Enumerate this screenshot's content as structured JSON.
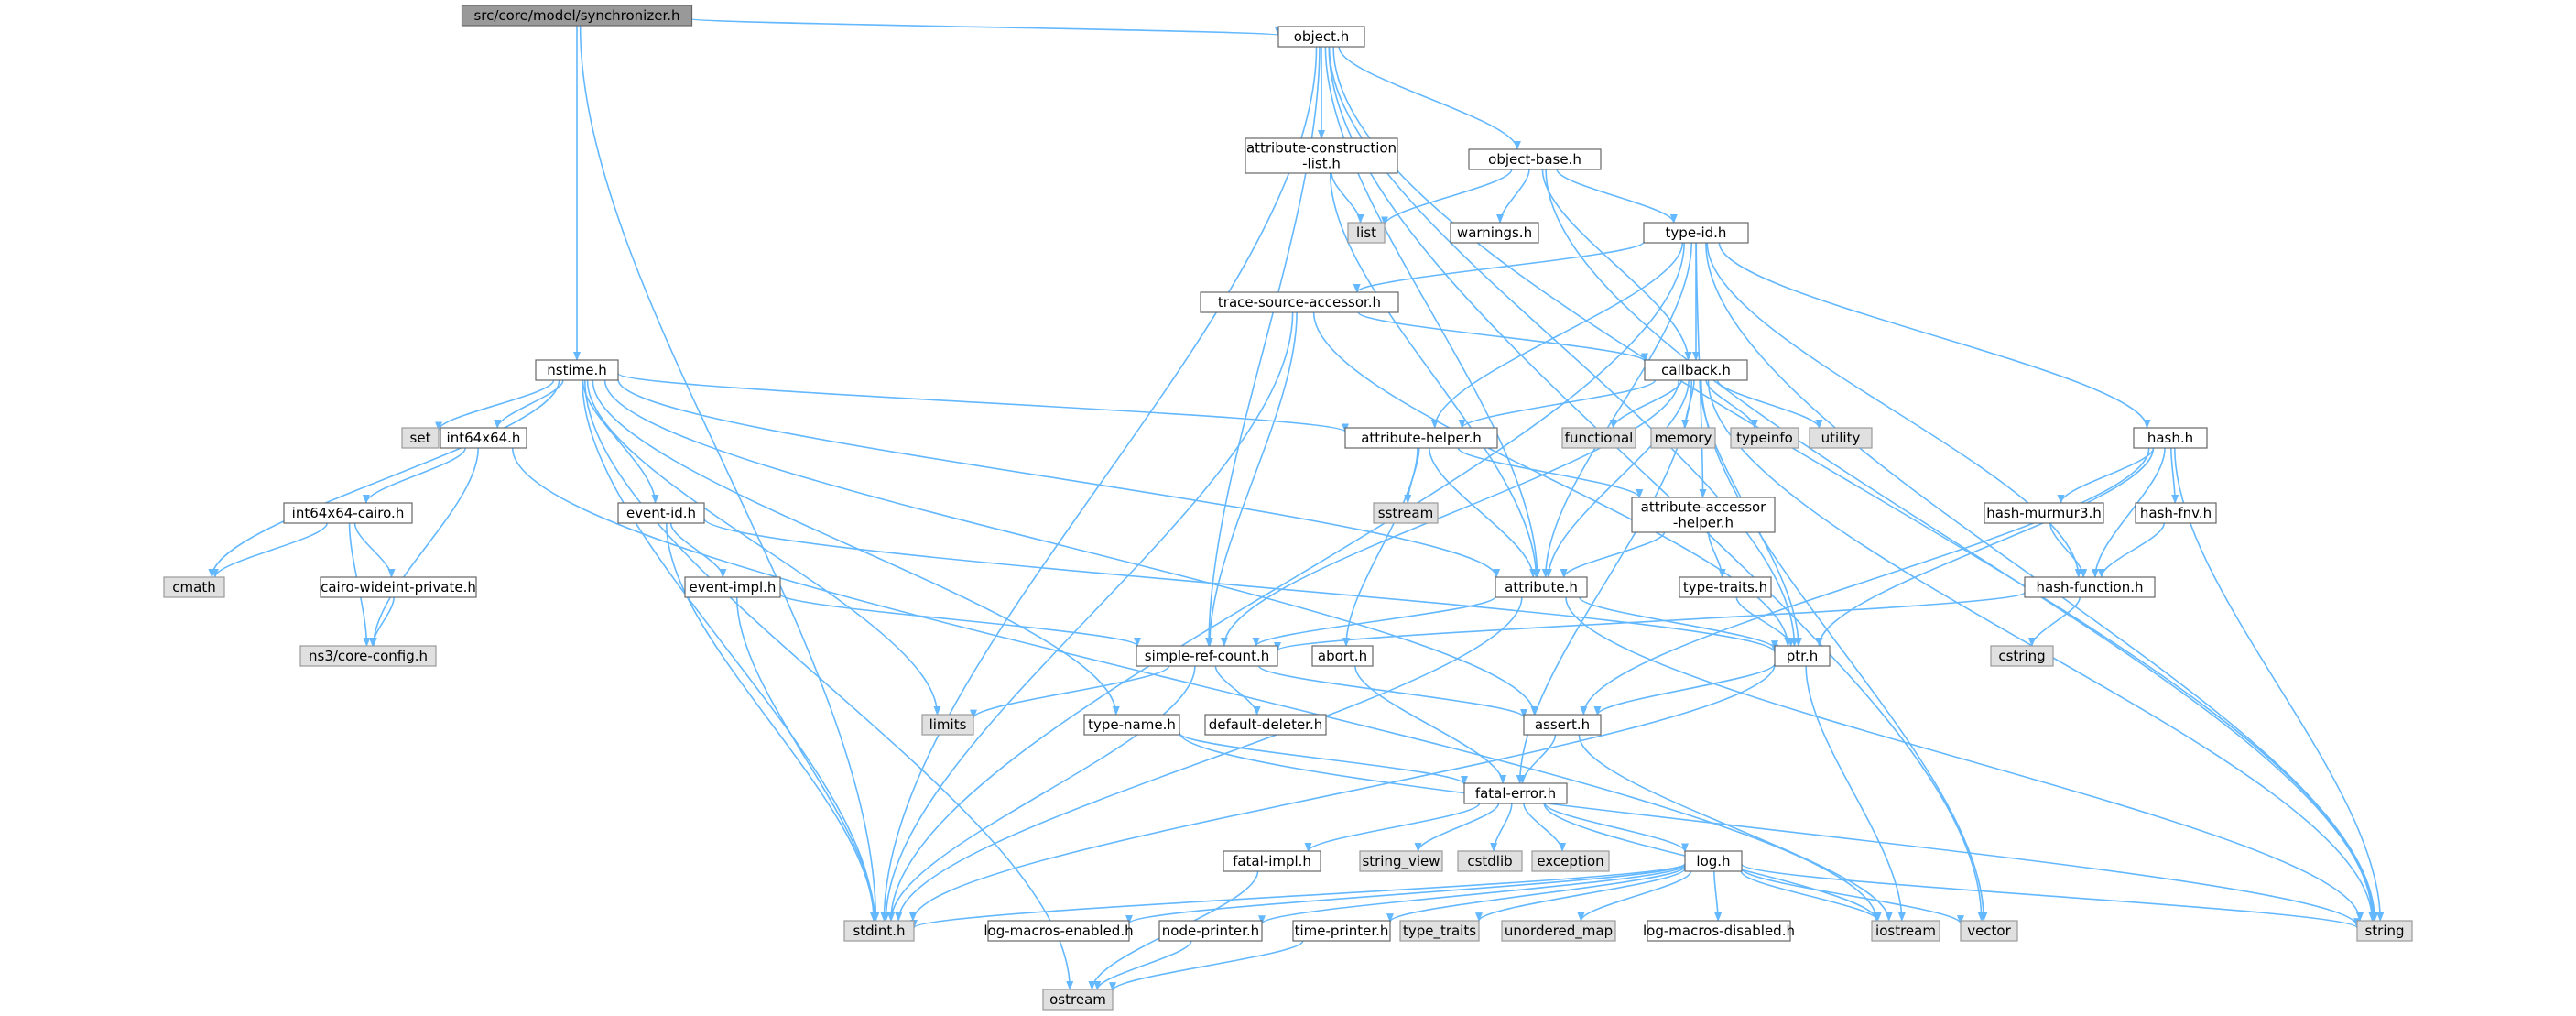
{
  "colors": {
    "edge": "#63b8ff",
    "node_border": "#666666",
    "root_fill": "#999999",
    "system_fill": "#e0e0e0",
    "project_fill": "#ffffff"
  },
  "nodes": [
    {
      "id": "sync",
      "label": "src/core/model/synchronizer.h",
      "kind": "root"
    },
    {
      "id": "object",
      "label": "object.h",
      "kind": "proj"
    },
    {
      "id": "nstime",
      "label": "nstime.h",
      "kind": "proj"
    },
    {
      "id": "attrcons",
      "label": "attribute-construction\n-list.h",
      "kind": "proj"
    },
    {
      "id": "objbase",
      "label": "object-base.h",
      "kind": "proj"
    },
    {
      "id": "list",
      "label": "list",
      "kind": "sys"
    },
    {
      "id": "warnings",
      "label": "warnings.h",
      "kind": "proj"
    },
    {
      "id": "typeid",
      "label": "type-id.h",
      "kind": "proj"
    },
    {
      "id": "tsa",
      "label": "trace-source-accessor.h",
      "kind": "proj"
    },
    {
      "id": "callback",
      "label": "callback.h",
      "kind": "proj"
    },
    {
      "id": "set",
      "label": "set",
      "kind": "sys"
    },
    {
      "id": "int64",
      "label": "int64x64.h",
      "kind": "proj"
    },
    {
      "id": "eventid",
      "label": "event-id.h",
      "kind": "proj"
    },
    {
      "id": "attrhelper",
      "label": "attribute-helper.h",
      "kind": "proj"
    },
    {
      "id": "functional",
      "label": "functional",
      "kind": "sys"
    },
    {
      "id": "memory",
      "label": "memory",
      "kind": "sys"
    },
    {
      "id": "typeinfo",
      "label": "typeinfo",
      "kind": "sys"
    },
    {
      "id": "utility",
      "label": "utility",
      "kind": "sys"
    },
    {
      "id": "hash",
      "label": "hash.h",
      "kind": "proj"
    },
    {
      "id": "cairo",
      "label": "int64x64-cairo.h",
      "kind": "proj"
    },
    {
      "id": "sstream",
      "label": "sstream",
      "kind": "sys"
    },
    {
      "id": "aah",
      "label": "attribute-accessor\n-helper.h",
      "kind": "proj"
    },
    {
      "id": "murmur",
      "label": "hash-murmur3.h",
      "kind": "proj"
    },
    {
      "id": "fnv",
      "label": "hash-fnv.h",
      "kind": "proj"
    },
    {
      "id": "cmath",
      "label": "cmath",
      "kind": "sys"
    },
    {
      "id": "cwp",
      "label": "cairo-wideint-private.h",
      "kind": "proj"
    },
    {
      "id": "eventimpl",
      "label": "event-impl.h",
      "kind": "proj"
    },
    {
      "id": "attribute",
      "label": "attribute.h",
      "kind": "proj"
    },
    {
      "id": "typetraits_h",
      "label": "type-traits.h",
      "kind": "proj"
    },
    {
      "id": "hashfunc",
      "label": "hash-function.h",
      "kind": "proj"
    },
    {
      "id": "coreconfig",
      "label": "ns3/core-config.h",
      "kind": "sys"
    },
    {
      "id": "src",
      "label": "simple-ref-count.h",
      "kind": "proj"
    },
    {
      "id": "abort",
      "label": "abort.h",
      "kind": "proj"
    },
    {
      "id": "ptr",
      "label": "ptr.h",
      "kind": "proj"
    },
    {
      "id": "cstring",
      "label": "cstring",
      "kind": "sys"
    },
    {
      "id": "limits",
      "label": "limits",
      "kind": "sys"
    },
    {
      "id": "typename",
      "label": "type-name.h",
      "kind": "proj"
    },
    {
      "id": "defdel",
      "label": "default-deleter.h",
      "kind": "proj"
    },
    {
      "id": "assert",
      "label": "assert.h",
      "kind": "proj"
    },
    {
      "id": "fatal",
      "label": "fatal-error.h",
      "kind": "proj"
    },
    {
      "id": "fatalimpl",
      "label": "fatal-impl.h",
      "kind": "proj"
    },
    {
      "id": "string_view",
      "label": "string_view",
      "kind": "sys"
    },
    {
      "id": "cstdlib",
      "label": "cstdlib",
      "kind": "sys"
    },
    {
      "id": "exception",
      "label": "exception",
      "kind": "sys"
    },
    {
      "id": "log",
      "label": "log.h",
      "kind": "proj"
    },
    {
      "id": "stdint",
      "label": "stdint.h",
      "kind": "sys"
    },
    {
      "id": "lme",
      "label": "log-macros-enabled.h",
      "kind": "proj"
    },
    {
      "id": "nodeprinter",
      "label": "node-printer.h",
      "kind": "proj"
    },
    {
      "id": "timeprinter",
      "label": "time-printer.h",
      "kind": "proj"
    },
    {
      "id": "type_traits",
      "label": "type_traits",
      "kind": "sys"
    },
    {
      "id": "unordered_map",
      "label": "unordered_map",
      "kind": "sys"
    },
    {
      "id": "lmd",
      "label": "log-macros-disabled.h",
      "kind": "proj"
    },
    {
      "id": "iostream",
      "label": "iostream",
      "kind": "sys"
    },
    {
      "id": "vector",
      "label": "vector",
      "kind": "sys"
    },
    {
      "id": "string",
      "label": "string",
      "kind": "sys"
    },
    {
      "id": "ostream",
      "label": "ostream",
      "kind": "sys"
    }
  ],
  "edges": [
    [
      "sync",
      "object"
    ],
    [
      "sync",
      "nstime"
    ],
    [
      "sync",
      "stdint"
    ],
    [
      "object",
      "attrcons"
    ],
    [
      "object",
      "objbase"
    ],
    [
      "object",
      "stdint"
    ],
    [
      "object",
      "src"
    ],
    [
      "object",
      "attribute"
    ],
    [
      "object",
      "ptr"
    ],
    [
      "object",
      "vector"
    ],
    [
      "object",
      "string"
    ],
    [
      "attrcons",
      "list"
    ],
    [
      "attrcons",
      "attribute"
    ],
    [
      "objbase",
      "list"
    ],
    [
      "objbase",
      "warnings"
    ],
    [
      "objbase",
      "typeid"
    ],
    [
      "objbase",
      "callback"
    ],
    [
      "objbase",
      "string"
    ],
    [
      "typeid",
      "tsa"
    ],
    [
      "typeid",
      "callback"
    ],
    [
      "typeid",
      "attrhelper"
    ],
    [
      "typeid",
      "hash"
    ],
    [
      "typeid",
      "aah"
    ],
    [
      "typeid",
      "attribute"
    ],
    [
      "typeid",
      "stdint"
    ],
    [
      "typeid",
      "string"
    ],
    [
      "typeid",
      "hashfunc"
    ],
    [
      "tsa",
      "callback"
    ],
    [
      "tsa",
      "src"
    ],
    [
      "tsa",
      "stdint"
    ],
    [
      "tsa",
      "ptr"
    ],
    [
      "callback",
      "attrhelper"
    ],
    [
      "callback",
      "functional"
    ],
    [
      "callback",
      "memory"
    ],
    [
      "callback",
      "typeinfo"
    ],
    [
      "callback",
      "utility"
    ],
    [
      "callback",
      "attribute"
    ],
    [
      "callback",
      "src"
    ],
    [
      "callback",
      "ptr"
    ],
    [
      "callback",
      "fatal"
    ],
    [
      "callback",
      "vector"
    ],
    [
      "callback",
      "string"
    ],
    [
      "nstime",
      "set"
    ],
    [
      "nstime",
      "int64"
    ],
    [
      "nstime",
      "eventid"
    ],
    [
      "nstime",
      "attrhelper"
    ],
    [
      "nstime",
      "attribute"
    ],
    [
      "nstime",
      "cmath"
    ],
    [
      "nstime",
      "limits"
    ],
    [
      "nstime",
      "typename"
    ],
    [
      "nstime",
      "assert"
    ],
    [
      "nstime",
      "stdint"
    ],
    [
      "nstime",
      "ostream"
    ],
    [
      "int64",
      "cairo"
    ],
    [
      "int64",
      "coreconfig"
    ],
    [
      "int64",
      "iostream"
    ],
    [
      "cairo",
      "cmath"
    ],
    [
      "cairo",
      "cwp"
    ],
    [
      "cairo",
      "coreconfig"
    ],
    [
      "cwp",
      "coreconfig"
    ],
    [
      "eventid",
      "eventimpl"
    ],
    [
      "eventid",
      "ptr"
    ],
    [
      "eventid",
      "stdint"
    ],
    [
      "eventimpl",
      "src"
    ],
    [
      "eventimpl",
      "stdint"
    ],
    [
      "attrhelper",
      "sstream"
    ],
    [
      "attrhelper",
      "aah"
    ],
    [
      "attrhelper",
      "attribute"
    ],
    [
      "attrhelper",
      "abort"
    ],
    [
      "aah",
      "attribute"
    ],
    [
      "aah",
      "typetraits_h"
    ],
    [
      "typetraits_h",
      "ptr"
    ],
    [
      "hash",
      "murmur"
    ],
    [
      "hash",
      "fnv"
    ],
    [
      "hash",
      "hashfunc"
    ],
    [
      "hash",
      "string"
    ],
    [
      "hash",
      "assert"
    ],
    [
      "hash",
      "ptr"
    ],
    [
      "murmur",
      "hashfunc"
    ],
    [
      "fnv",
      "hashfunc"
    ],
    [
      "hashfunc",
      "cstring"
    ],
    [
      "hashfunc",
      "src"
    ],
    [
      "attribute",
      "src"
    ],
    [
      "attribute",
      "ptr"
    ],
    [
      "attribute",
      "stdint"
    ],
    [
      "attribute",
      "string"
    ],
    [
      "src",
      "limits"
    ],
    [
      "src",
      "defdel"
    ],
    [
      "src",
      "assert"
    ],
    [
      "src",
      "stdint"
    ],
    [
      "abort",
      "fatal"
    ],
    [
      "ptr",
      "assert"
    ],
    [
      "ptr",
      "iostream"
    ],
    [
      "ptr",
      "stdint"
    ],
    [
      "typename",
      "fatal"
    ],
    [
      "typename",
      "string"
    ],
    [
      "assert",
      "fatal"
    ],
    [
      "assert",
      "iostream"
    ],
    [
      "fatal",
      "fatalimpl"
    ],
    [
      "fatal",
      "string_view"
    ],
    [
      "fatal",
      "cstdlib"
    ],
    [
      "fatal",
      "exception"
    ],
    [
      "fatal",
      "log"
    ],
    [
      "fatal",
      "iostream"
    ],
    [
      "fatalimpl",
      "ostream"
    ],
    [
      "log",
      "stdint"
    ],
    [
      "log",
      "lme"
    ],
    [
      "log",
      "nodeprinter"
    ],
    [
      "log",
      "timeprinter"
    ],
    [
      "log",
      "type_traits"
    ],
    [
      "log",
      "unordered_map"
    ],
    [
      "log",
      "lmd"
    ],
    [
      "log",
      "iostream"
    ],
    [
      "log",
      "vector"
    ],
    [
      "log",
      "string"
    ],
    [
      "nodeprinter",
      "ostream"
    ],
    [
      "timeprinter",
      "ostream"
    ]
  ]
}
